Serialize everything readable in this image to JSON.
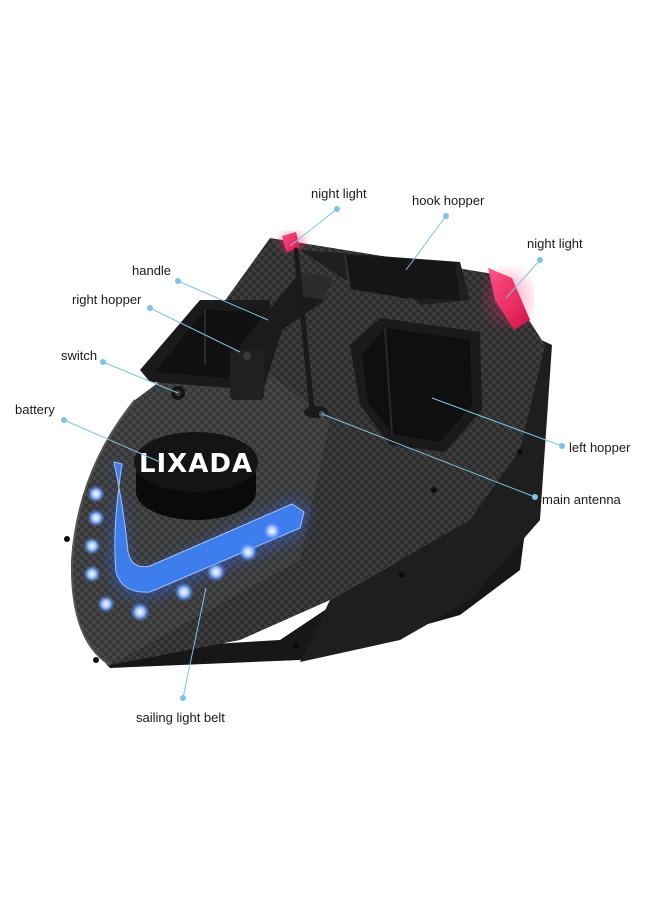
{
  "brand": {
    "logo_text": "LIXADA"
  },
  "labels": {
    "night_light_top": "night light",
    "hook_hopper": "hook hopper",
    "night_light_right": "night light",
    "handle": "handle",
    "right_hopper": "right hopper",
    "switch": "switch",
    "battery": "battery",
    "left_hopper": "left hopper",
    "main_antenna": "main antenna",
    "sailing_light_belt": "sailing light belt"
  },
  "colors": {
    "leader_line": "#7fc3e6",
    "hull": "#2b2b2b",
    "led_blue": "#2f6bff",
    "night_light_pink": "#ff2d6f"
  }
}
